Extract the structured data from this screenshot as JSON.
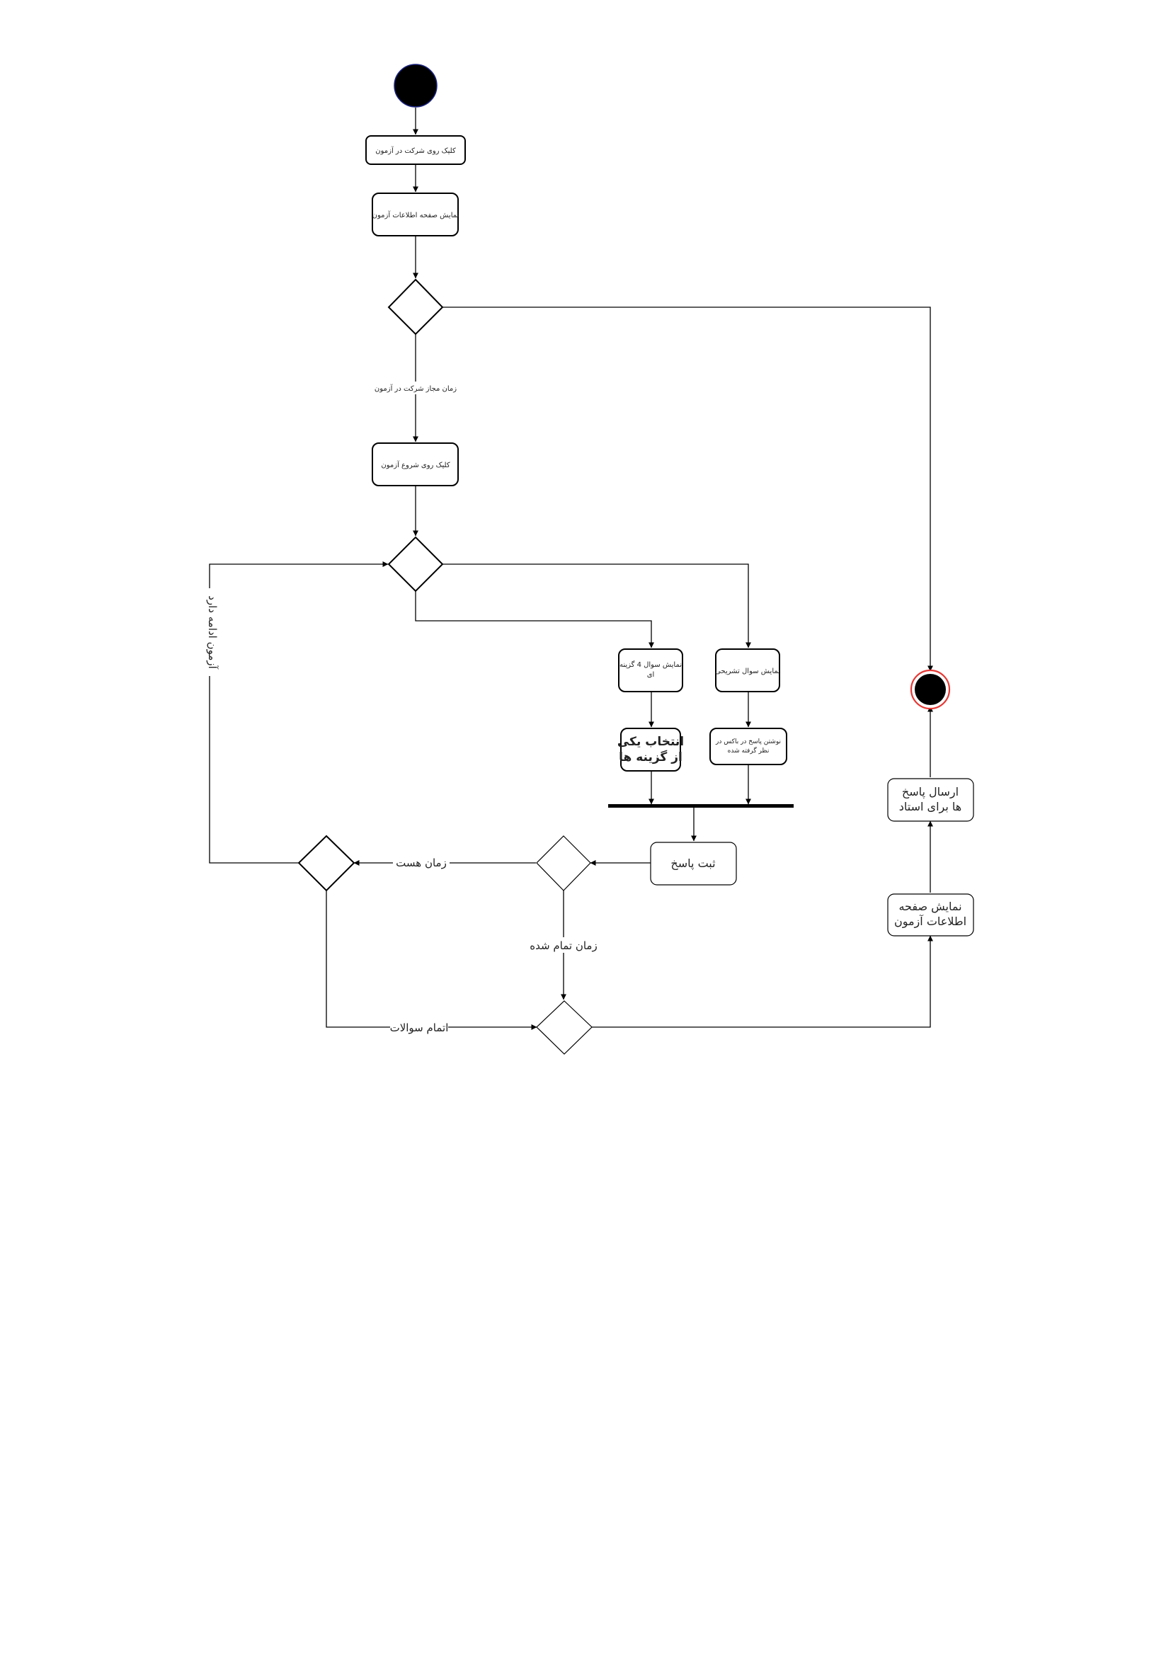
{
  "diagram": {
    "type": "uml-activity",
    "colors": {
      "line": "#000000",
      "node_fill": "#ffffff",
      "start_fill": "#000000",
      "start_stroke": "#1a237e",
      "final_ring": "#e53935",
      "final_fill": "#000000"
    },
    "nodes": {
      "click_join_exam": "کلیک روی شرکت در آزمون",
      "show_exam_info": "نمایش صفحه اطلاعات آزمون",
      "click_start_exam": "کلیک روی شروع آزمون",
      "show_mcq": "نمایش سوال 4 گزینه ای",
      "show_descriptive": "نمایش سوال تشریحی",
      "pick_option": "انتخاب یکی از گزینه ها",
      "write_answer": "نوشتن پاسخ در باکس در نظر گرفته شده",
      "save_answer": "ثبت پاسخ",
      "show_exam_info_2": "نمایش صفحه اطلاعات آزمون",
      "send_answers": "ارسال پاسخ ها برای استاد"
    },
    "edge_labels": {
      "allowed_time": "زمان مجاز شرکت در آزمون",
      "exam_continues": "آزمون ادامه دارد",
      "time_left": "زمان هست",
      "time_over": "زمان تمام شده",
      "questions_done": "اتمام سوالات"
    }
  }
}
